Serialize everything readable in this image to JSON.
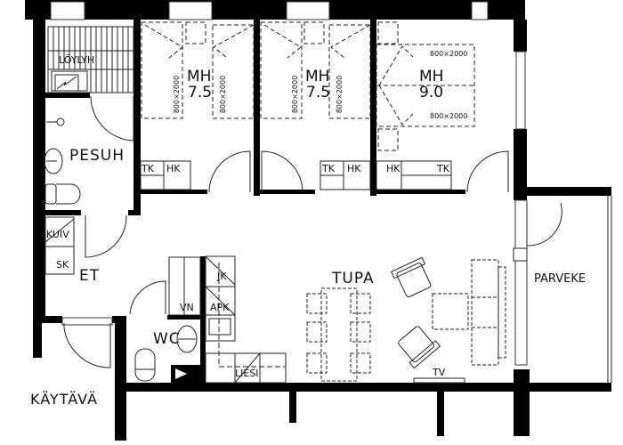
{
  "plan": {
    "rooms": {
      "loylyh": {
        "label": "LÖYLYH"
      },
      "pesuh": {
        "label": "PESUH"
      },
      "mh1": {
        "label": "MH",
        "area": "7.5",
        "bed_left": "800×2000",
        "bed_right": "800×2000",
        "tk": "TK",
        "hk": "HK"
      },
      "mh2": {
        "label": "MH",
        "area": "7.5",
        "bed_left": "800×2000",
        "bed_right": "800×2000",
        "tk": "TK",
        "hk": "HK"
      },
      "mh3": {
        "label": "MH",
        "area": "9.0",
        "bed_top": "800×2000",
        "bed_bottom": "800×2000",
        "hk": "HK",
        "tk": "TK"
      },
      "et": {
        "label": "ET",
        "kuiv": "KUIV",
        "sk": "SK"
      },
      "wc": {
        "label": "WC"
      },
      "kitchen": {
        "vn": "VN",
        "jk": "JK",
        "apk": "APK",
        "liesi": "LIESI"
      },
      "tupa": {
        "label": "TUPA",
        "tv": "TV"
      },
      "parveke": {
        "label": "PARVEKE"
      },
      "kaytava": {
        "label": "KÄYTÄVÄ"
      }
    },
    "colors": {
      "wall": "#000000",
      "line": "#222222",
      "background": "#ffffff"
    }
  }
}
